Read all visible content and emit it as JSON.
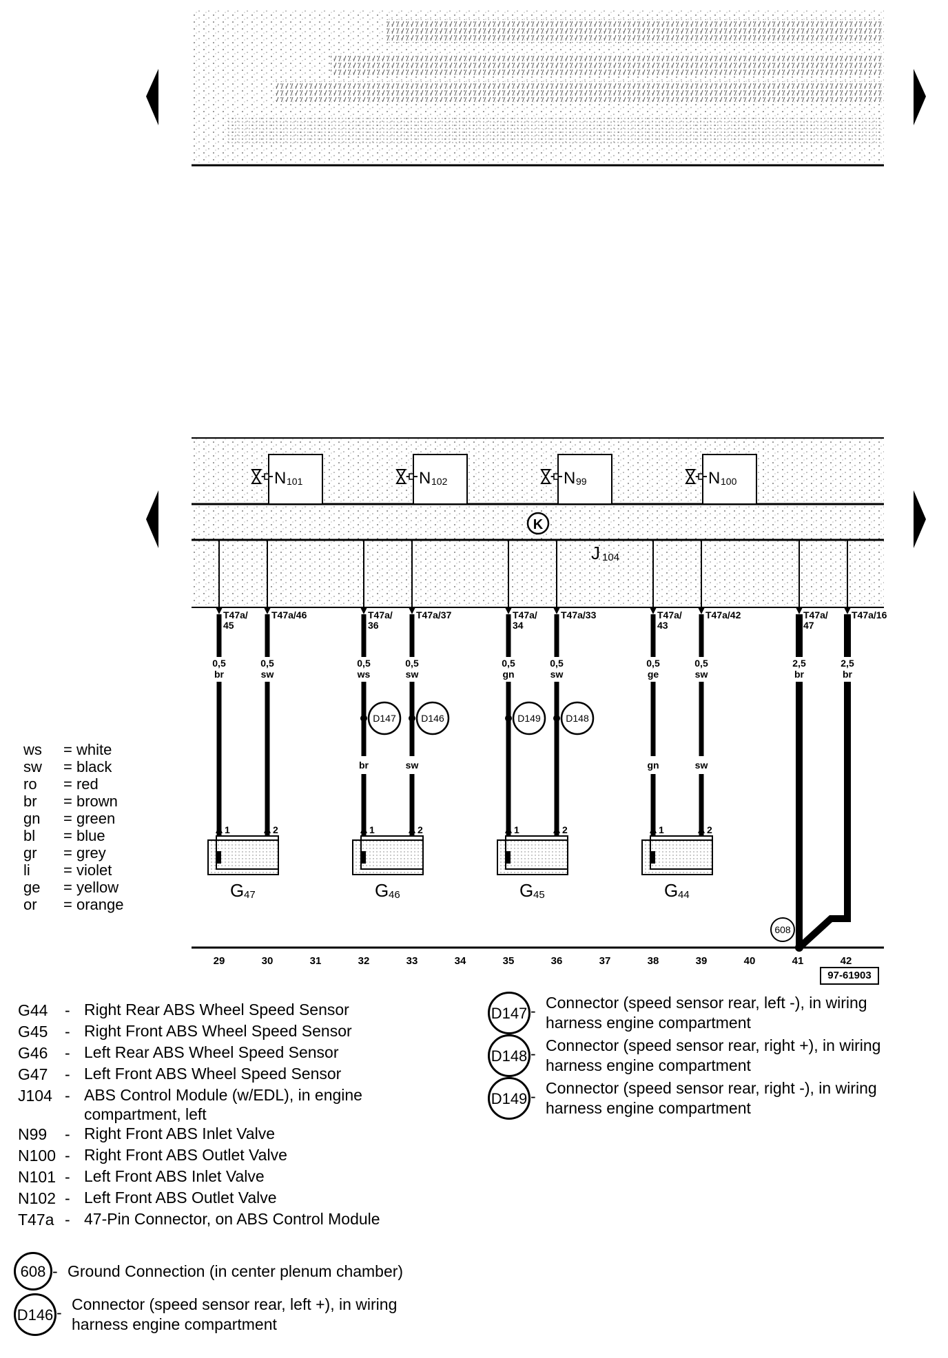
{
  "diagram_id": "97-61903",
  "valves": [
    {
      "label": "N",
      "sub": "101"
    },
    {
      "label": "N",
      "sub": "102"
    },
    {
      "label": "N",
      "sub": "99"
    },
    {
      "label": "N",
      "sub": "100"
    }
  ],
  "control_module": {
    "label": "J",
    "sub": "104"
  },
  "module_symbol": "K",
  "wires": [
    {
      "pin_top": "T47a/",
      "pin_bot": "45",
      "size": "0,5",
      "color": "br",
      "lower_color": ""
    },
    {
      "pin_top": "T47a/46",
      "pin_bot": "",
      "size": "0,5",
      "color": "sw",
      "lower_color": ""
    },
    {
      "pin_top": "T47a/",
      "pin_bot": "36",
      "size": "0,5",
      "color": "ws",
      "lower_color": "br"
    },
    {
      "pin_top": "T47a/37",
      "pin_bot": "",
      "size": "0,5",
      "color": "sw",
      "lower_color": "sw"
    },
    {
      "pin_top": "T47a/",
      "pin_bot": "34",
      "size": "0,5",
      "color": "gn",
      "lower_color": ""
    },
    {
      "pin_top": "T47a/33",
      "pin_bot": "",
      "size": "0,5",
      "color": "sw",
      "lower_color": ""
    },
    {
      "pin_top": "T47a/",
      "pin_bot": "43",
      "size": "0,5",
      "color": "ge",
      "lower_color": "gn"
    },
    {
      "pin_top": "T47a/42",
      "pin_bot": "",
      "size": "0,5",
      "color": "sw",
      "lower_color": "sw"
    },
    {
      "pin_top": "T47a/",
      "pin_bot": "47",
      "size": "2,5",
      "color": "br",
      "lower_color": ""
    },
    {
      "pin_top": "T47a/16",
      "pin_bot": "",
      "size": "2,5",
      "color": "br",
      "lower_color": ""
    }
  ],
  "inline_connectors": [
    "D147",
    "D146",
    "D149",
    "D148"
  ],
  "sensors": [
    {
      "label": "G",
      "sub": "47",
      "pin1": "1",
      "pin2": "2"
    },
    {
      "label": "G",
      "sub": "46",
      "pin1": "1",
      "pin2": "2"
    },
    {
      "label": "G",
      "sub": "45",
      "pin1": "1",
      "pin2": "2"
    },
    {
      "label": "G",
      "sub": "44",
      "pin1": "1",
      "pin2": "2"
    }
  ],
  "ground_point": "608",
  "track_numbers": [
    "29",
    "30",
    "31",
    "32",
    "33",
    "34",
    "35",
    "36",
    "37",
    "38",
    "39",
    "40",
    "41",
    "42"
  ],
  "color_key": [
    {
      "code": "ws",
      "name": "= white"
    },
    {
      "code": "sw",
      "name": "= black"
    },
    {
      "code": "ro",
      "name": "= red"
    },
    {
      "code": "br",
      "name": "= brown"
    },
    {
      "code": "gn",
      "name": "= green"
    },
    {
      "code": "bl",
      "name": "= blue"
    },
    {
      "code": "gr",
      "name": "= grey"
    },
    {
      "code": "li",
      "name": "= violet"
    },
    {
      "code": "ge",
      "name": "= yellow"
    },
    {
      "code": "or",
      "name": "= orange"
    }
  ],
  "components": [
    {
      "code": "G44",
      "desc": "Right Rear ABS Wheel Speed Sensor"
    },
    {
      "code": "G45",
      "desc": "Right Front ABS Wheel Speed Sensor"
    },
    {
      "code": "G46",
      "desc": "Left Rear ABS Wheel Speed Sensor"
    },
    {
      "code": "G47",
      "desc": "Left Front ABS Wheel Speed Sensor"
    },
    {
      "code": "J104",
      "desc": "ABS Control Module (w/EDL), in engine compartment, left"
    },
    {
      "code": "N99",
      "desc": "Right Front ABS Inlet Valve"
    },
    {
      "code": "N100",
      "desc": "Right Front ABS Outlet Valve"
    },
    {
      "code": "N101",
      "desc": "Left Front ABS Inlet Valve"
    },
    {
      "code": "N102",
      "desc": "Left Front ABS Outlet Valve"
    },
    {
      "code": "T47a",
      "desc": "47-Pin Connector, on ABS Control Module"
    }
  ],
  "ground_legend": {
    "code": "608",
    "desc": "Ground Connection (in center plenum chamber)"
  },
  "connector_legend": [
    {
      "code": "D146",
      "desc": "Connector (speed sensor rear, left +), in wiring harness engine compartment"
    },
    {
      "code": "D147",
      "desc": "Connector (speed sensor rear, left -), in wiring harness engine compartment"
    },
    {
      "code": "D148",
      "desc": "Connector (speed sensor rear, right +), in wiring harness engine compartment"
    },
    {
      "code": "D149",
      "desc": "Connector (speed sensor rear, right -), in wiring harness engine compartment"
    }
  ]
}
